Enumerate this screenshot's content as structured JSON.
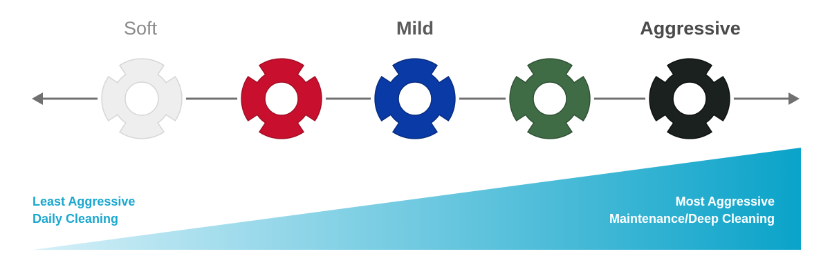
{
  "scale_labels": {
    "soft": "Soft",
    "mild": "Mild",
    "aggressive": "Aggressive"
  },
  "pads": [
    {
      "name": "white-pad",
      "color": "#eeeeee",
      "edge": "#d6d6d6"
    },
    {
      "name": "red-pad",
      "color": "#c8102e",
      "edge": "#a30d25"
    },
    {
      "name": "blue-pad",
      "color": "#0a3aa6",
      "edge": "#072c80"
    },
    {
      "name": "green-pad",
      "color": "#3f6b45",
      "edge": "#2f5235"
    },
    {
      "name": "black-pad",
      "color": "#1b211f",
      "edge": "#0e1211"
    }
  ],
  "captions": {
    "left": {
      "line1": "Least Aggressive",
      "line2": "Daily Cleaning"
    },
    "right": {
      "line1": "Most Aggressive",
      "line2": "Maintenance/Deep Cleaning"
    }
  },
  "colors": {
    "arrow": "#707070",
    "wedge_light": "#d6f0f8",
    "wedge_dark": "#0aa3c9",
    "caption_left": "#1aa7cf",
    "caption_right": "#ffffff"
  },
  "icons": {
    "left_arrow": "arrow-left-icon",
    "right_arrow": "arrow-right-icon"
  }
}
